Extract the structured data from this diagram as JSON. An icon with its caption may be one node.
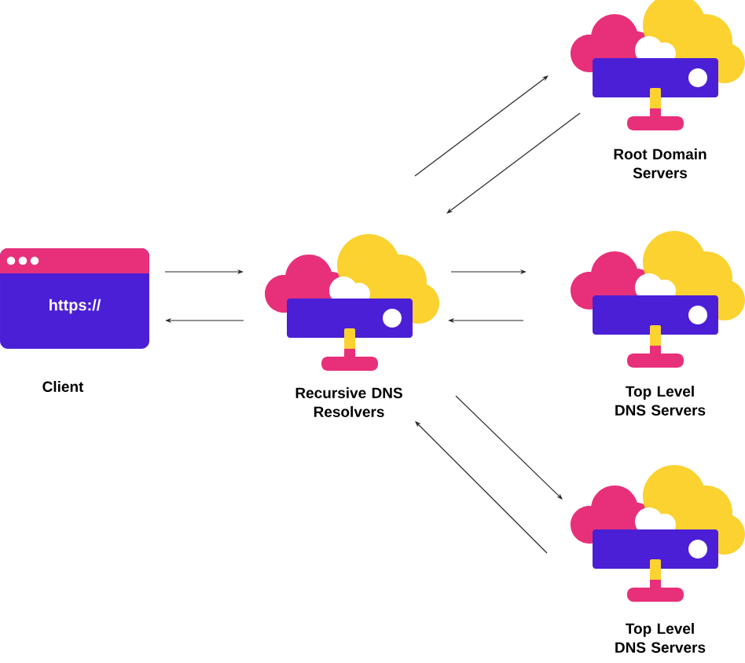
{
  "diagram": {
    "nodes": [
      {
        "text": [
          "https://",
          "Client"
        ]
      },
      {
        "text": [
          "Recursive DNS Resolvers"
        ]
      },
      {
        "text": [
          "Root Domain Servers"
        ]
      },
      {
        "text": [
          "Top Level DNS Servers"
        ]
      },
      {
        "text": [
          "Top Level DNS Servers"
        ]
      }
    ],
    "edges": [
      {
        "from": 0,
        "to": 1,
        "arrow": "to"
      },
      {
        "from": 1,
        "to": 0,
        "arrow": "to"
      },
      {
        "from": 1,
        "to": 2,
        "arrow": "to"
      },
      {
        "from": 2,
        "to": 1,
        "arrow": "to"
      },
      {
        "from": 1,
        "to": 3,
        "arrow": "to"
      },
      {
        "from": 3,
        "to": 1,
        "arrow": "to"
      },
      {
        "from": 1,
        "to": 4,
        "arrow": "to"
      },
      {
        "from": 4,
        "to": 1,
        "arrow": "to"
      }
    ]
  }
}
